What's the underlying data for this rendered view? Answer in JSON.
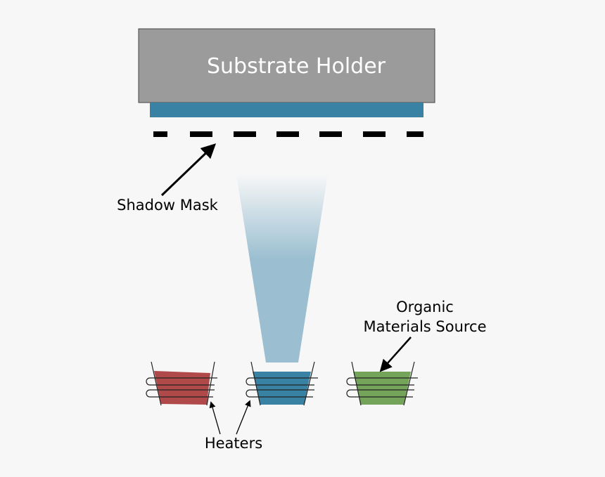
{
  "labels": {
    "substrate_holder": "Substrate Holder",
    "shadow_mask": "Shadow Mask",
    "organic_source_line1": "Organic",
    "organic_source_line2": "Materials Source",
    "heaters": "Heaters"
  },
  "colors": {
    "background": "#f7f7f7",
    "holder_fill": "#9b9b9b",
    "substrate": "#3a82a4",
    "mask": "#000000",
    "plume": "#9bbfd1",
    "source_red": "#b04a4a",
    "source_blue": "#3a82a4",
    "source_green": "#74a35a"
  }
}
